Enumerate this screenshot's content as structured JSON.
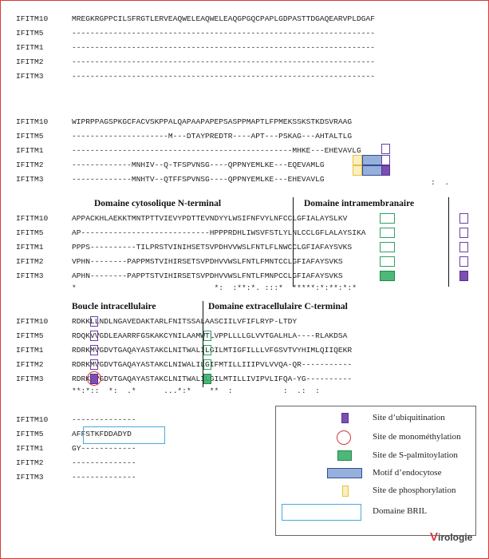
{
  "blocks": [
    {
      "rows": [
        {
          "name": "IFITM10",
          "seq": "MREGKRGPPCILSFRGTLERVEAQWELEAQWELEAQGPGQCPAPLGDPASTTDGAQEARVPLDGAF"
        },
        {
          "name": "IFITM5",
          "seq": "------------------------------------------------------------------"
        },
        {
          "name": "IFITM1",
          "seq": "------------------------------------------------------------------"
        },
        {
          "name": "IFITM2",
          "seq": "------------------------------------------------------------------"
        },
        {
          "name": "IFITM3",
          "seq": "------------------------------------------------------------------"
        }
      ],
      "consensus": ""
    },
    {
      "rows": [
        {
          "name": "IFITM10",
          "seq": "WIPRPPAGSPKGCFACVSKPPALQAPAAPAPEPSASPPMAPTLFPMEKSSKSTKDSVRAAG"
        },
        {
          "name": "IFITM5",
          "seq": "---------------------M---DTAYPREDTR----APT---PSKAG---AHTALTLG"
        },
        {
          "name": "IFITM1",
          "seq": "------------------------------------------------MHKE---EHEVAVLG"
        },
        {
          "name": "IFITM2",
          "seq": "-------------MNHIV--Q-TFSPVNSG----QPPNYEMLKE---EQEVAMLG"
        },
        {
          "name": "IFITM3",
          "seq": "-------------MNHTV--QTFFSPVNSG----QPPNYEMLKE---EHEVAVLG"
        }
      ],
      "consensus": ":  .           *"
    },
    {
      "rows": [
        {
          "name": "IFITM10",
          "seq": "APPACKHLAEKKTMNTPTTVIEVYPDTTEVNDYYLWSIFNFVYLNFCCLGFIALAYSLKV"
        },
        {
          "name": "IFITM5",
          "seq": "AP----------------------------HPPPRDHLIWSVFSTLYLNLCCLGFLALAYSIKA"
        },
        {
          "name": "IFITM1",
          "seq": "PPPS----------TILPRSTVINIHSETSVPDHVVWSLFNTLFLNWCCLGFIAFAYSVKS"
        },
        {
          "name": "IFITM2",
          "seq": "VPHN--------PAPPMSTVIHIRSETSVPDHVVWSLFNTLFMNTCCLGFIAFAYSVKS"
        },
        {
          "name": "IFITM3",
          "seq": "APHN--------PAPPTSTVIHIRSETSVPDHVVWSLFNTLFMNPCCLGFIAFAYSVKS"
        }
      ],
      "consensus": "*                              *:  :**:*. :::*  *****:*:**:*:*"
    },
    {
      "rows": [
        {
          "name": "IFITM10",
          "seq": "RDKKLLNDLNGAVEDAKTARLFNITSSALAASCIILVFIFLRYP-LTDY"
        },
        {
          "name": "IFITM5",
          "seq": "RDQKVVGDLEAARRFGSKAKCYNILAAMWTLVPPLLLLGLVVTGALHLA----RLAKDSA"
        },
        {
          "name": "IFITM1",
          "seq": "RDRKMVGDVTGAQAYASTAKCLNITWALILGILMTIGFILLLVFGSVTVYHIMLQIIQEKR"
        },
        {
          "name": "IFITM2",
          "seq": "RDRKMVGDVTGAQAYASTAKCLNIWALILGIFMTILLIIIPVLVVQA-QR-----------"
        },
        {
          "name": "IFITM3",
          "seq": "RDRKMVGDVTGAQAYASTAKCLNITWALILGILMTILLIVIPVLIFQA-YG----------"
        }
      ],
      "consensus": "**:*::  *:  .*      ...*:*    **  :           :  .:  :"
    },
    {
      "rows": [
        {
          "name": "IFITM10",
          "seq": "--------------"
        },
        {
          "name": "IFITM5",
          "seq": "AFFSTKFDDADYD"
        },
        {
          "name": "IFITM1",
          "seq": "GY------------"
        },
        {
          "name": "IFITM2",
          "seq": "--------------"
        },
        {
          "name": "IFITM3",
          "seq": "--------------"
        }
      ],
      "consensus": ""
    }
  ],
  "domains": {
    "cyto_n": "Domaine cytosolique N-terminal",
    "intramembrane": "Domaine intramembranaire",
    "loop": "Boucle intracellulaire",
    "extra_c": "Domaine extracellulaire C-terminal"
  },
  "legend": {
    "ubiquitination": "Site d’ubiquitination",
    "monomethylation": "Site de monométhylation",
    "palmitoylation": "Site de S-palmitoylation",
    "endocytosis": "Motif d’endocytose",
    "phosphorylation": "Site de phosphorylation",
    "bril": "Domaine BRIL"
  },
  "colors": {
    "ubiquitination": "#7a4fb0",
    "monomethylation": "#d23a3a",
    "palmitoylation": "#2fab63",
    "endocytosis": "#426ebe",
    "phosphorylation": "#e7c43d",
    "bril": "#4aa9dd",
    "frame": "#d63a3a"
  },
  "logo": {
    "first": "V",
    "rest": "irologie"
  }
}
